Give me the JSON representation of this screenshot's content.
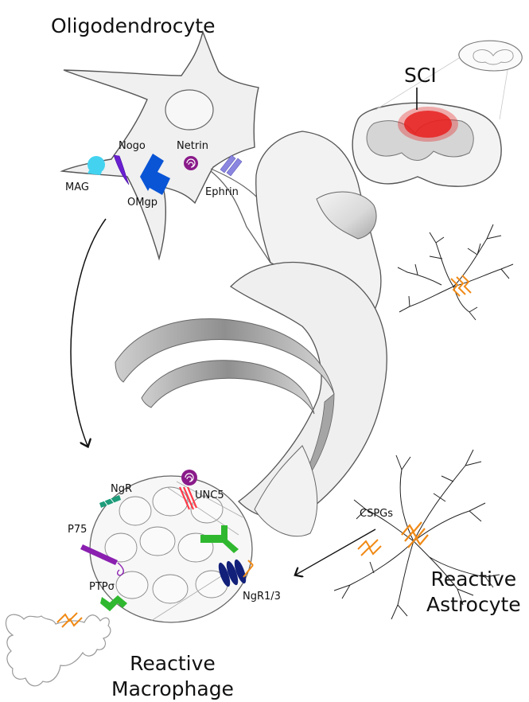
{
  "labels": {
    "oligodendrocyte": "Oligodendrocyte",
    "sci": "SCI",
    "nogo": "Nogo",
    "netrin": "Netrin",
    "mag": "MAG",
    "omgp": "OMgp",
    "ephrin": "Ephrin",
    "ngr": "NgR",
    "unc5": "UNC5",
    "p75": "P75",
    "ptp": "PTPσ",
    "ngr13": "NgR1/3",
    "cspgs": "CSPGs",
    "reactive_astrocyte_1": "Reactive",
    "reactive_astrocyte_2": "Astrocyte",
    "reactive_macrophage_1": "Reactive",
    "reactive_macrophage_2": "Macrophage"
  },
  "colors": {
    "outline": "#555555",
    "cell_fill": "#efefef",
    "myelin_dark": "#9a9a9a",
    "lesion": "#e8201f",
    "mag": "#43d3f0",
    "nogo": "#6a1fd0",
    "omgp": "#0a55d6",
    "netrin": "#8a1a8a",
    "ephrin": "#8a86e0",
    "ngr": "#1d9c7a",
    "unc5": "#ff3b4a",
    "p75": "#8a1fb0",
    "ptp_receptor": "#2fb82f",
    "ngr13": "#12207a",
    "cspg": "#f08a16"
  }
}
